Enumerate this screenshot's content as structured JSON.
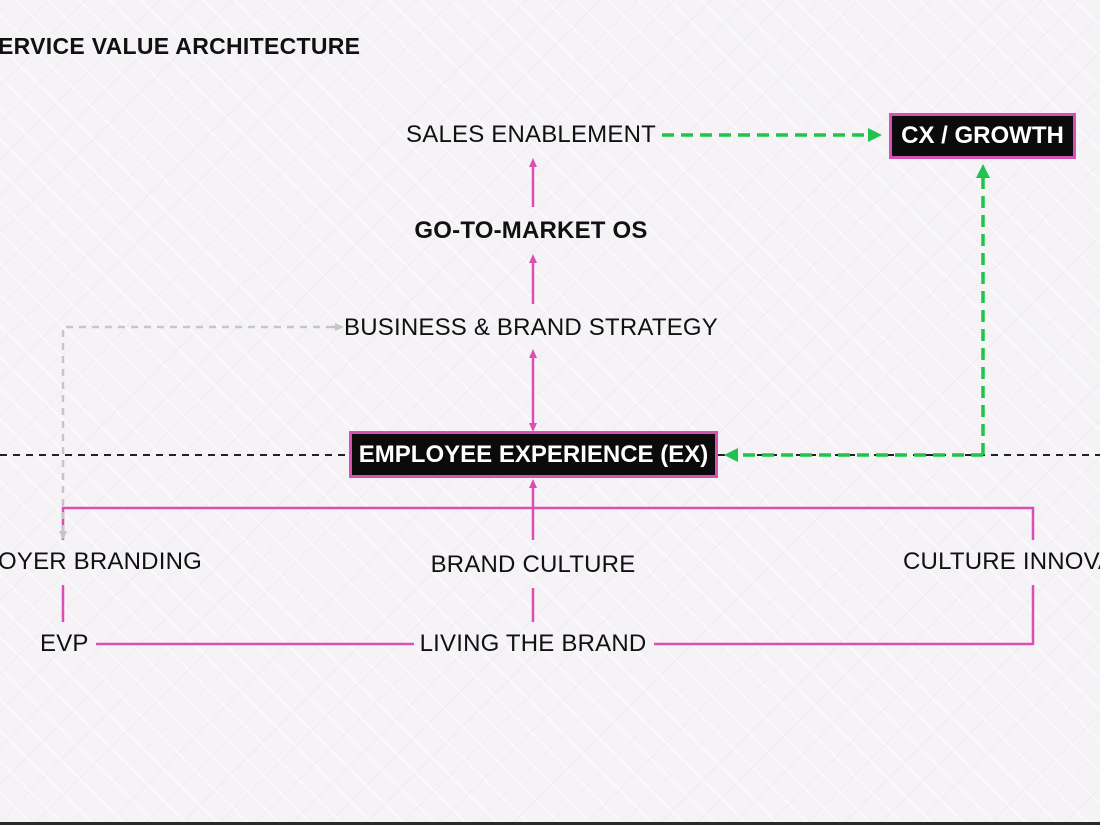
{
  "title": "ERVICE VALUE ARCHITECTURE",
  "nodes": {
    "sales_enablement": "SALES ENABLEMENT",
    "cx_growth": "CX / GROWTH",
    "go_to_market": "GO-TO-MARKET OS",
    "business_brand_strategy": "BUSINESS & BRAND STRATEGY",
    "employee_experience": "EMPLOYEE EXPERIENCE (EX)",
    "employer_branding": "OYER BRANDING",
    "brand_culture": "BRAND CULTURE",
    "culture_innovation": "CULTURE INNOVA",
    "evp": "EVP",
    "living_the_brand": "LIVING THE BRAND"
  },
  "colors": {
    "pink": "#d94fb4",
    "green": "#22c24e",
    "gray": "#c6c6c6",
    "black": "#0b0b0b",
    "text": "#111111"
  }
}
